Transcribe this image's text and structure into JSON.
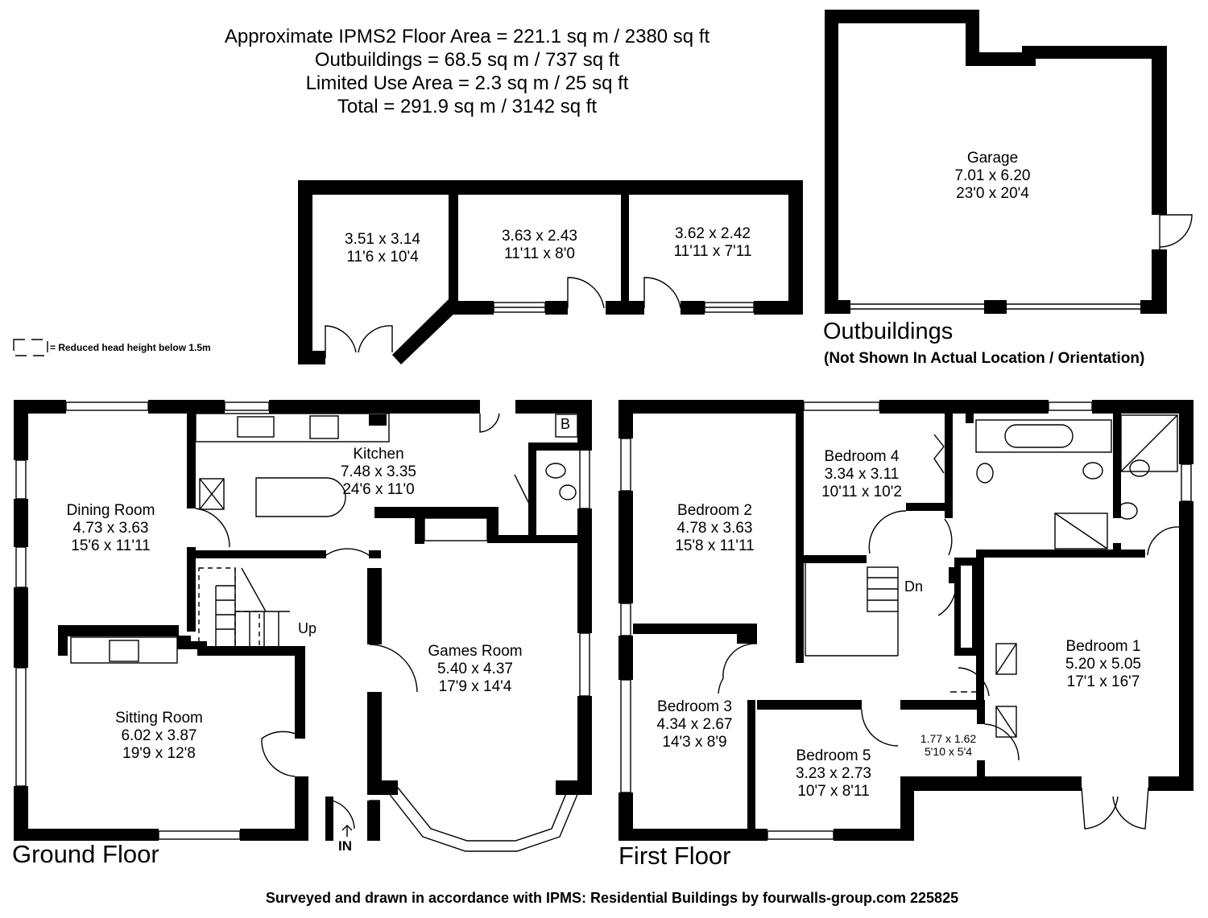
{
  "areas": {
    "line1": "Approximate IPMS2 Floor Area = 221.1 sq m / 2380 sq ft",
    "line2": "Outbuildings = 68.5 sq m / 737 sq ft",
    "line3": "Limited Use Area = 2.3 sq m / 25 sq ft",
    "line4": "Total = 291.9 sq m / 3142 sq ft"
  },
  "legend": {
    "text": "= Reduced head height below 1.5m"
  },
  "outbuildings": {
    "title": "Outbuildings",
    "subtitle": "(Not Shown In Actual Location / Orientation)",
    "garage": {
      "name": "Garage",
      "metric": "7.01 x 6.20",
      "imperial": "23'0 x 20'4"
    },
    "store1": {
      "metric": "3.51 x 3.14",
      "imperial": "11'6 x 10'4"
    },
    "store2": {
      "metric": "3.63 x 2.43",
      "imperial": "11'11 x 8'0"
    },
    "store3": {
      "metric": "3.62 x 2.42",
      "imperial": "11'11 x 7'11"
    }
  },
  "ground_floor": {
    "title": "Ground Floor",
    "dining": {
      "name": "Dining Room",
      "metric": "4.73 x 3.63",
      "imperial": "15'6 x 11'11"
    },
    "kitchen": {
      "name": "Kitchen",
      "metric": "7.48 x 3.35",
      "imperial": "24'6 x 11'0"
    },
    "sitting": {
      "name": "Sitting Room",
      "metric": "6.02 x 3.87",
      "imperial": "19'9 x 12'8"
    },
    "games": {
      "name": "Games Room",
      "metric": "5.40 x 4.37",
      "imperial": "17'9 x 14'4"
    },
    "boiler_label": "B",
    "stairs_label": "Up",
    "entrance_label": "IN"
  },
  "first_floor": {
    "title": "First Floor",
    "bedroom1": {
      "name": "Bedroom 1",
      "metric": "5.20 x 5.05",
      "imperial": "17'1 x 16'7"
    },
    "bedroom2": {
      "name": "Bedroom 2",
      "metric": "4.78 x 3.63",
      "imperial": "15'8 x 11'11"
    },
    "bedroom3": {
      "name": "Bedroom 3",
      "metric": "4.34 x 2.67",
      "imperial": "14'3 x 8'9"
    },
    "bedroom4": {
      "name": "Bedroom 4",
      "metric": "3.34 x 3.11",
      "imperial": "10'11 x 10'2"
    },
    "bedroom5": {
      "name": "Bedroom 5",
      "metric": "3.23 x 2.73",
      "imperial": "10'7 x 8'11"
    },
    "dressing": {
      "metric": "1.77 x 1.62",
      "imperial": "5'10 x 5'4"
    },
    "stairs_label": "Dn"
  },
  "footer": "Surveyed and drawn in accordance with IPMS: Residential Buildings by fourwalls-group.com 225825"
}
